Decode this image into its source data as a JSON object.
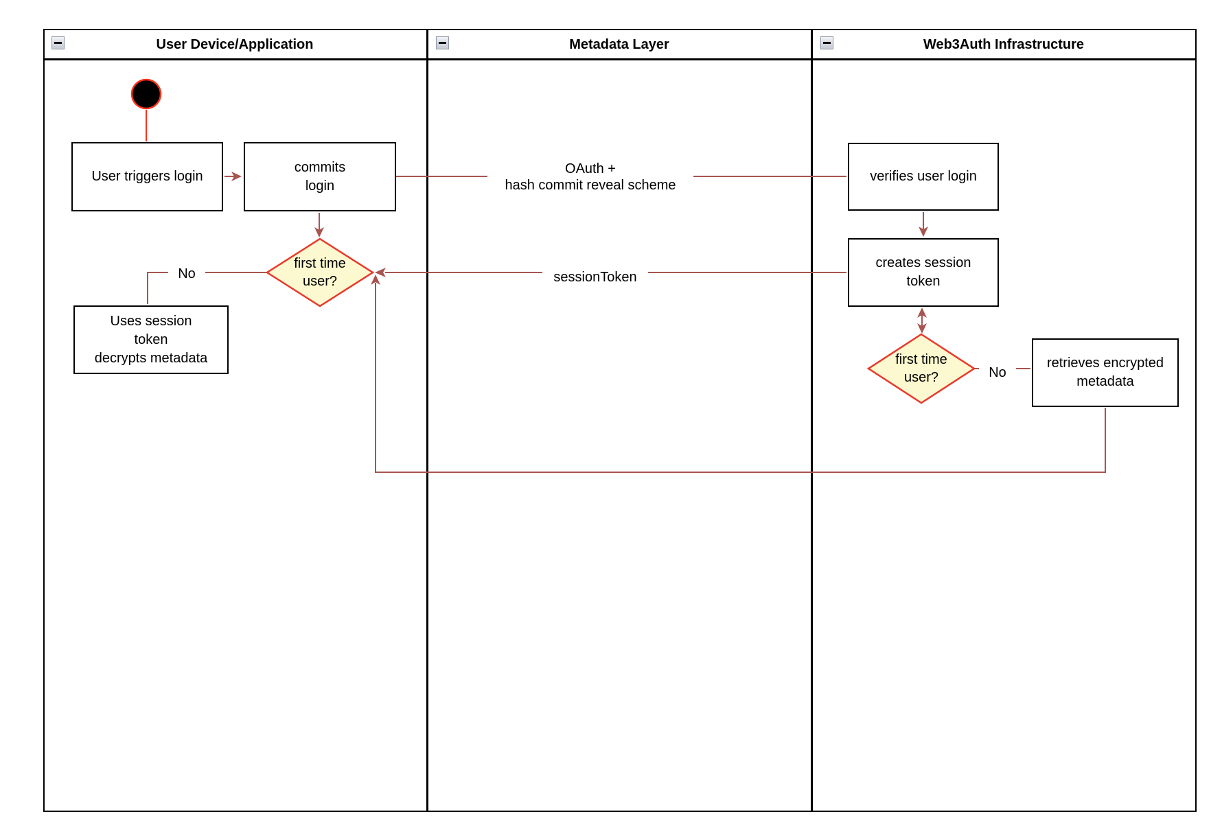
{
  "lanes": [
    {
      "title": "User Device/Application"
    },
    {
      "title": "Metadata Layer"
    },
    {
      "title": "Web3Auth Infrastructure"
    }
  ],
  "nodes": {
    "user_triggers_login": "User triggers login",
    "commits_login": "commits\nlogin",
    "first_time_user_left": "first time\nuser?",
    "uses_session_token": "Uses session\ntoken\ndecrypts metadata",
    "verifies_user_login": "verifies user login",
    "creates_session_token": "creates session\ntoken",
    "first_time_user_right": "first time\nuser?",
    "retrieves_encrypted_metadata": "retrieves encrypted\nmetadata"
  },
  "edge_labels": {
    "oauth": "OAuth +\nhash commit reveal scheme",
    "session_token": "sessionToken",
    "no_left": "No",
    "no_right": "No"
  },
  "colors": {
    "connector": "#a8544f",
    "shape_border": "#e8392b",
    "start_accent": "#ff3119",
    "decision_fill": "#fcf8cf"
  }
}
